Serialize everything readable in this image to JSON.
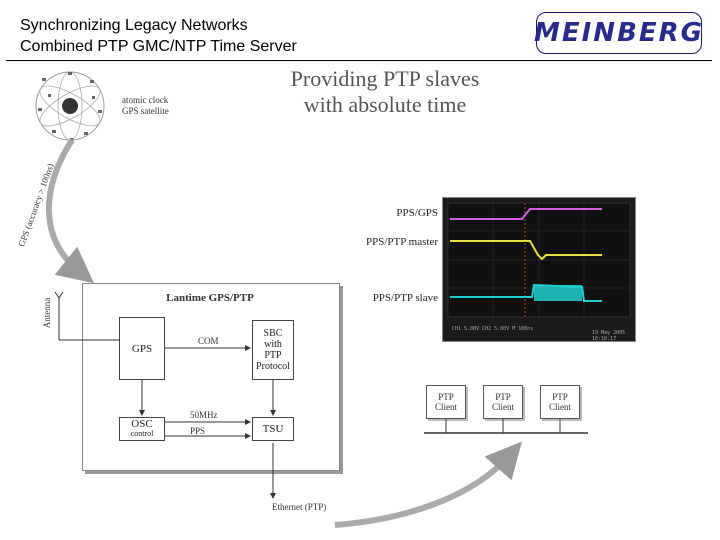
{
  "header": {
    "line1": "Synchronizing Legacy Networks",
    "line2": "Combined PTP GMC/NTP Time Server",
    "logo_text": "MEINBERG"
  },
  "title": {
    "line1": "Providing PTP slaves",
    "line2": "with absolute time"
  },
  "satellite": {
    "label_line1": "atomic clock",
    "label_line2": "GPS satellite",
    "arc_label": "GPS (accuracy > 100ns)"
  },
  "lantime": {
    "title": "Lantime GPS/PTP",
    "antenna_label": "Antenna",
    "gps": "GPS",
    "com": "COM",
    "sbc_lines": [
      "SBC",
      "with",
      "PTP",
      "Protocol"
    ],
    "osc_line1": "OSC",
    "osc_line2": "control",
    "freq": "50MHz",
    "pps": "PPS",
    "tsu": "TSU",
    "ethernet": "Ethernet (PTP)"
  },
  "scope": {
    "labels": [
      "PPS/GPS",
      "PPS/PTP master",
      "PPS/PTP slave"
    ],
    "date": "19 May 2005",
    "time": "16:10:17",
    "colors": {
      "gps": "#d060e0",
      "master": "#e8e040",
      "slave": "#20d0d0"
    }
  },
  "clients": [
    {
      "line1": "PTP",
      "line2": "Client"
    },
    {
      "line1": "PTP",
      "line2": "Client"
    },
    {
      "line1": "PTP",
      "line2": "Client"
    }
  ]
}
